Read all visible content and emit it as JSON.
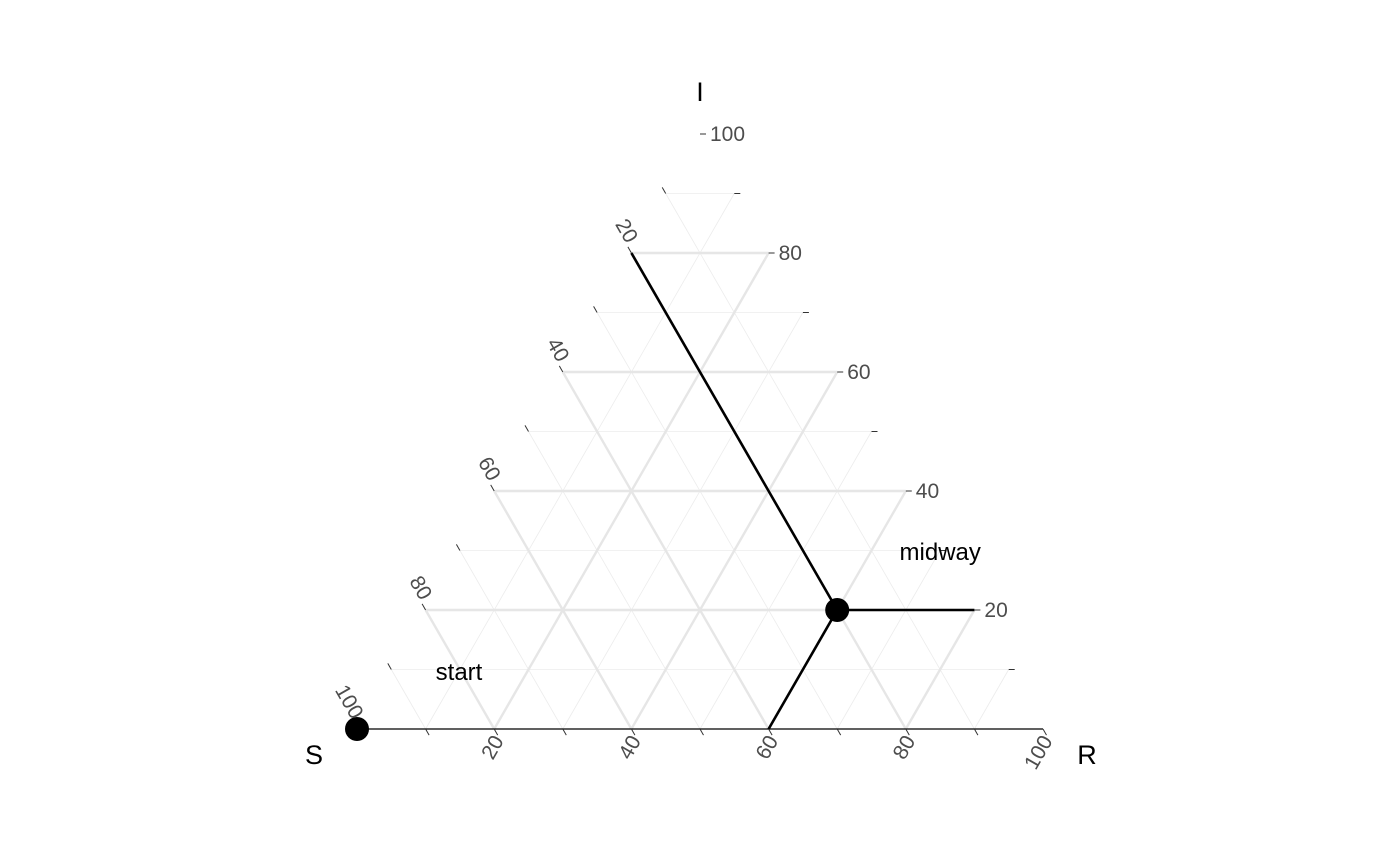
{
  "chart_data": {
    "type": "ternary",
    "axes": {
      "left": "S",
      "top": "I",
      "right": "R"
    },
    "range": [
      0,
      100
    ],
    "major_ticks": [
      20,
      40,
      60,
      80,
      100
    ],
    "minor_ticks": [
      10,
      30,
      50,
      70,
      90
    ],
    "grid": true,
    "points": [
      {
        "name": "start",
        "S": 100,
        "I": 0,
        "R": 0
      },
      {
        "name": "midway",
        "S": 20,
        "I": 20,
        "R": 60
      }
    ],
    "guide_lines_to": "midway",
    "annotations": [
      "start",
      "midway"
    ]
  }
}
